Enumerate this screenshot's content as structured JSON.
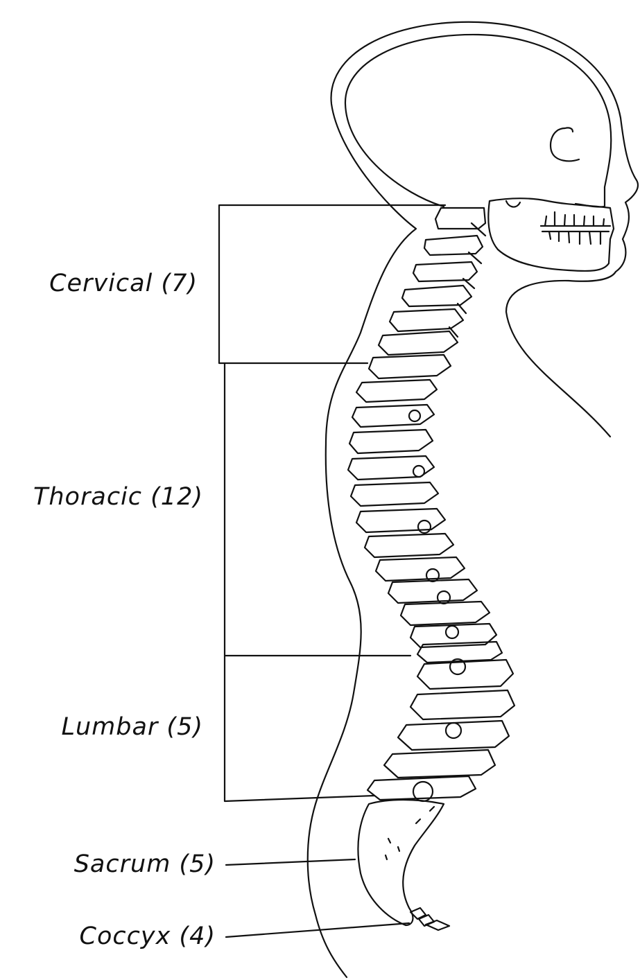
{
  "labels": {
    "cervical": "Cervical (7)",
    "thoracic": "Thoracic (12)",
    "lumbar": "Lumbar (5)",
    "sacrum": "Sacrum (5)",
    "coccyx": "Coccyx (4)"
  },
  "colors": {
    "line": "#111111",
    "background": "#ffffff"
  }
}
